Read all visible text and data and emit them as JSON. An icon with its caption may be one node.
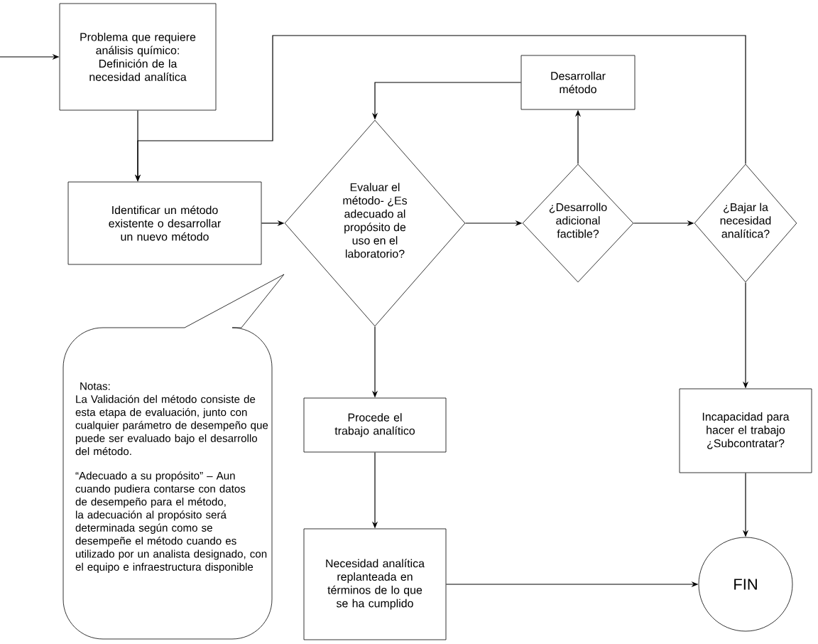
{
  "diagram": {
    "nodes": [
      {
        "text": [
          "Problema que requiere análisis químico: Definición de la necesidad analítica"
        ]
      },
      {
        "text": [
          "Identificar un método existente o desarrollar un nuevo método"
        ]
      },
      {
        "text": [
          "Evaluar el método- ¿Es adecuado al propósito de uso en el laboratorio?"
        ]
      },
      {
        "text": [
          "Desarrollar método"
        ]
      },
      {
        "text": [
          "¿Desarrollo adicional factible?"
        ]
      },
      {
        "text": [
          "¿Bajar la necesidad analítica?"
        ]
      },
      {
        "text": [
          "Notas:",
          "La Validación del método consiste de esta etapa de evaluación, junto con cualquier parámetro de desempeño que puede ser evaluado bajo el desarrollo del método.",
          "“Adecuado a su propósito” – Aun cuando pudiera contarse con datos de desempeño para el método, la adecuación al propósito será determinada según como se desempeñe el método cuando es utilizado por un analista designado, con el equipo e infraestructura disponible"
        ]
      },
      {
        "text": [
          "Procede el trabajo analítico"
        ]
      },
      {
        "text": [
          "Necesidad analítica replanteada en términos de lo que se ha cumplido"
        ]
      },
      {
        "text": [
          "Incapacidad para hacer el trabajo ¿Subcontratar?"
        ]
      },
      {
        "text": [
          "FIN"
        ]
      }
    ],
    "edges": [
      {
        "from": null,
        "to": 0,
        "arrow": "to"
      },
      {
        "from": 0,
        "to": 1,
        "arrow": "to"
      },
      {
        "from": 5,
        "to": 1,
        "arrow": "to"
      },
      {
        "from": 1,
        "to": 2,
        "arrow": "to"
      },
      {
        "from": 3,
        "to": 2,
        "arrow": "to"
      },
      {
        "from": 2,
        "to": 4,
        "arrow": "to"
      },
      {
        "from": 4,
        "to": 3,
        "arrow": "to"
      },
      {
        "from": 4,
        "to": 5,
        "arrow": "to"
      },
      {
        "from": 5,
        "to": 9,
        "arrow": "to"
      },
      {
        "from": 9,
        "to": 10,
        "arrow": "to"
      },
      {
        "from": 2,
        "to": 7,
        "arrow": "to"
      },
      {
        "from": 7,
        "to": 8,
        "arrow": "to"
      },
      {
        "from": 8,
        "to": 10,
        "arrow": "to"
      }
    ]
  }
}
